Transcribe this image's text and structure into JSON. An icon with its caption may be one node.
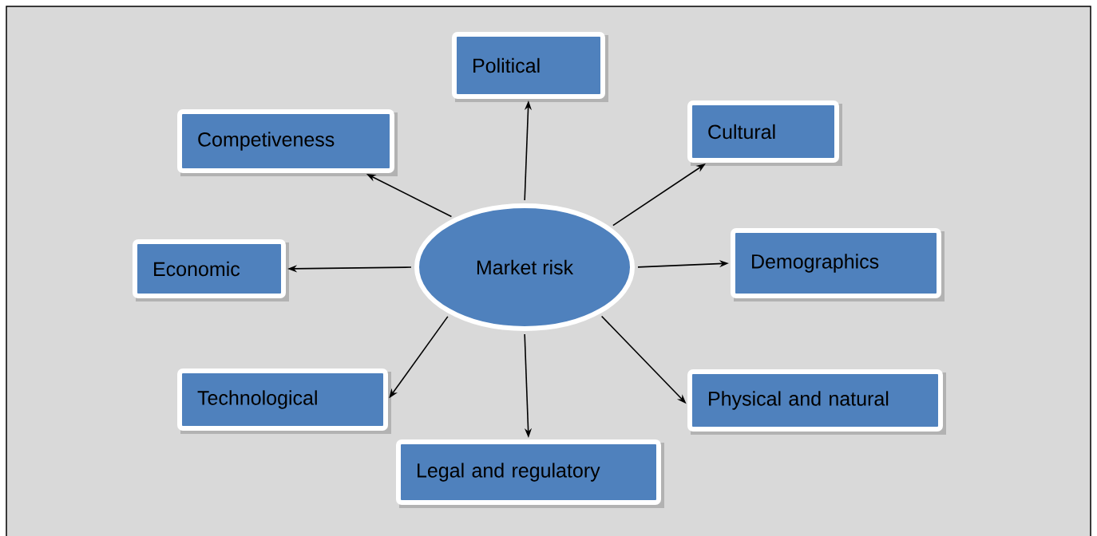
{
  "diagram": {
    "nodes": [
      {
        "text": [
          "Political"
        ]
      },
      {
        "text": [
          "Cultural"
        ]
      },
      {
        "text": [
          "Competiveness"
        ]
      },
      {
        "text": [
          "Economic"
        ]
      },
      {
        "text": [
          "Market risk"
        ]
      },
      {
        "text": [
          "Demographics"
        ]
      },
      {
        "text": [
          "Technological"
        ]
      },
      {
        "text": [
          "Physical and natural"
        ]
      },
      {
        "text": [
          "Legal and regulatory"
        ]
      }
    ],
    "edges": [
      {
        "from": 4,
        "to": 0,
        "arrow": "to"
      },
      {
        "from": 4,
        "to": 1,
        "arrow": "to"
      },
      {
        "from": 4,
        "to": 2,
        "arrow": "to"
      },
      {
        "from": 4,
        "to": 3,
        "arrow": "to"
      },
      {
        "from": 4,
        "to": 5,
        "arrow": "to"
      },
      {
        "from": 4,
        "to": 6,
        "arrow": "to"
      },
      {
        "from": 4,
        "to": 7,
        "arrow": "to"
      },
      {
        "from": 4,
        "to": 8,
        "arrow": "to"
      }
    ]
  }
}
